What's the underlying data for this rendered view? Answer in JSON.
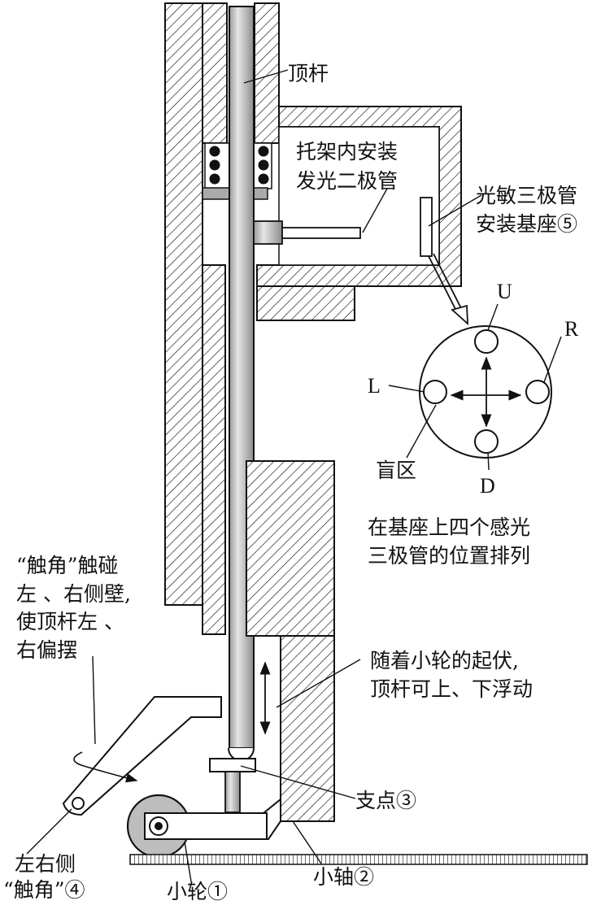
{
  "labels": {
    "ding_gan": "顶杆",
    "tuojia_1": "托架内安装",
    "tuojia_2": "发光二极管",
    "guangmin_1": "光敏三极管",
    "guangmin_2": "安装基座⑤",
    "u": "U",
    "r": "R",
    "l": "L",
    "d": "D",
    "mangqu": "盲区",
    "zaijizuo_1": "在基座上四个感光",
    "zaijizuo_2": "三极管的位置排列",
    "chujiao_1": "“触角”触碰",
    "chujiao_2": "左 、右侧壁,",
    "chujiao_3": "使顶杆左 、",
    "chujiao_4": "右偏摆",
    "suizhe_1": "随着小轮的起伏,",
    "suizhe_2": "顶杆可上、下浮动",
    "zhidian": "支点③",
    "xiaozhou": "小轴②",
    "zuoyouce_1": "左右侧",
    "zuoyouce_2": "“触角”④",
    "xiaolun": "小轮①"
  },
  "colors": {
    "ink": "#111111",
    "rod_fill": "#c4c4c4",
    "housing_fill": "#ffffff"
  }
}
